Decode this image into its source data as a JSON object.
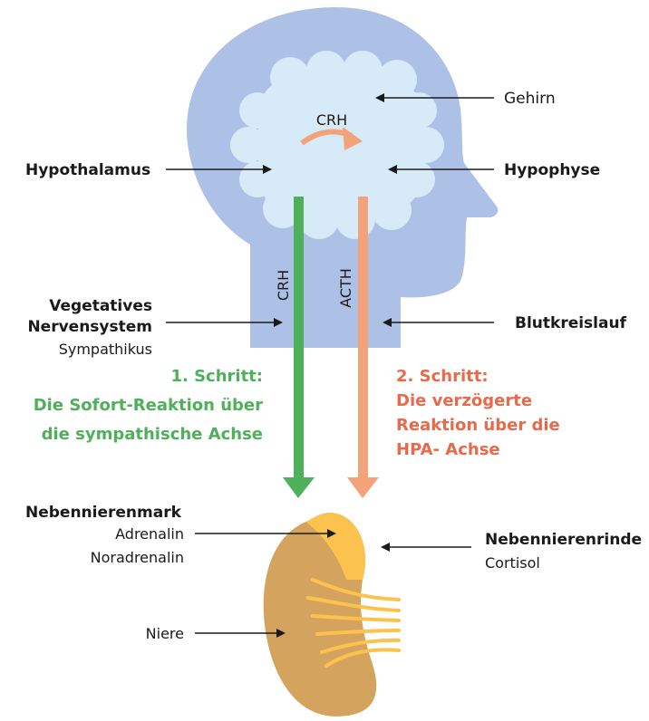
{
  "colors": {
    "head": "#adc0e6",
    "brain": "#d6eaf8",
    "crh_arrow": "#4fb05a",
    "acth_arrow": "#f4a27a",
    "step1_text": "#4fb05a",
    "step2_text": "#e86a4a",
    "kidney": "#d4a45e",
    "adrenal": "#fbc34d"
  },
  "labels": {
    "gehirn": "Gehirn",
    "crh_top": "CRH",
    "hypothalamus": "Hypothalamus",
    "hypophyse": "Hypophyse",
    "crh_vertical": "CRH",
    "acth_vertical": "ACTH",
    "vegetatives_line1": "Vegetatives",
    "vegetatives_line2": "Nervensystem",
    "sympathikus": "Sympathikus",
    "blutkreislauf": "Blutkreislauf",
    "nebennierenmark": "Nebennierenmark",
    "adrenalin": "Adrenalin",
    "noradrenalin": "Noradrenalin",
    "nebennierenrinde": "Nebennierenrinde",
    "cortisol": "Cortisol",
    "niere": "Niere"
  },
  "step1": {
    "line1": "1. Schritt:",
    "line2": "Die Sofort-Reaktion über",
    "line3": "die sympathische Achse"
  },
  "step2": {
    "line1": "2. Schritt:",
    "line2": "Die verzögerte",
    "line3": "Reaktion über die",
    "line4": "HPA- Achse"
  }
}
